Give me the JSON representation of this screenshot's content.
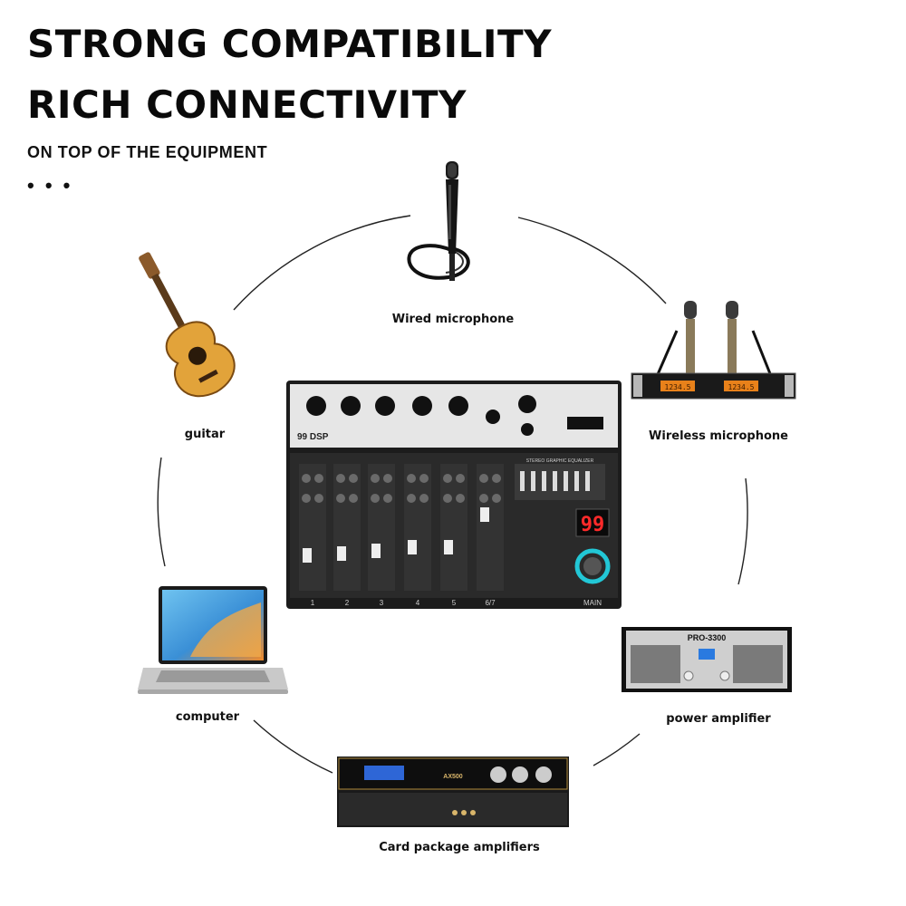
{
  "header": {
    "line1": "STRONG COMPATIBILITY",
    "line2": "RICH CONNECTIVITY",
    "subtitle": "ON TOP OF THE EQUIPMENT",
    "dots": "• • •"
  },
  "devices": {
    "wired_mic": "Wired microphone",
    "guitar": "guitar",
    "wireless_mic": "Wireless microphone",
    "computer": "computer",
    "power_amp": "power amplifier",
    "card_amp": "Card package amplifiers"
  },
  "mixer": {
    "dsp_label": "99 DSP",
    "display_value": "99",
    "channels": [
      "1",
      "2",
      "3",
      "4",
      "5",
      "6/7"
    ],
    "master_label": "MAIN",
    "eq_label": "STEREO GRAPHIC EQUALIZER"
  },
  "power_amp_model": "PRO-3300",
  "card_amp_model": "AX500",
  "wireless_display": [
    "1234.5",
    "1234.5"
  ]
}
